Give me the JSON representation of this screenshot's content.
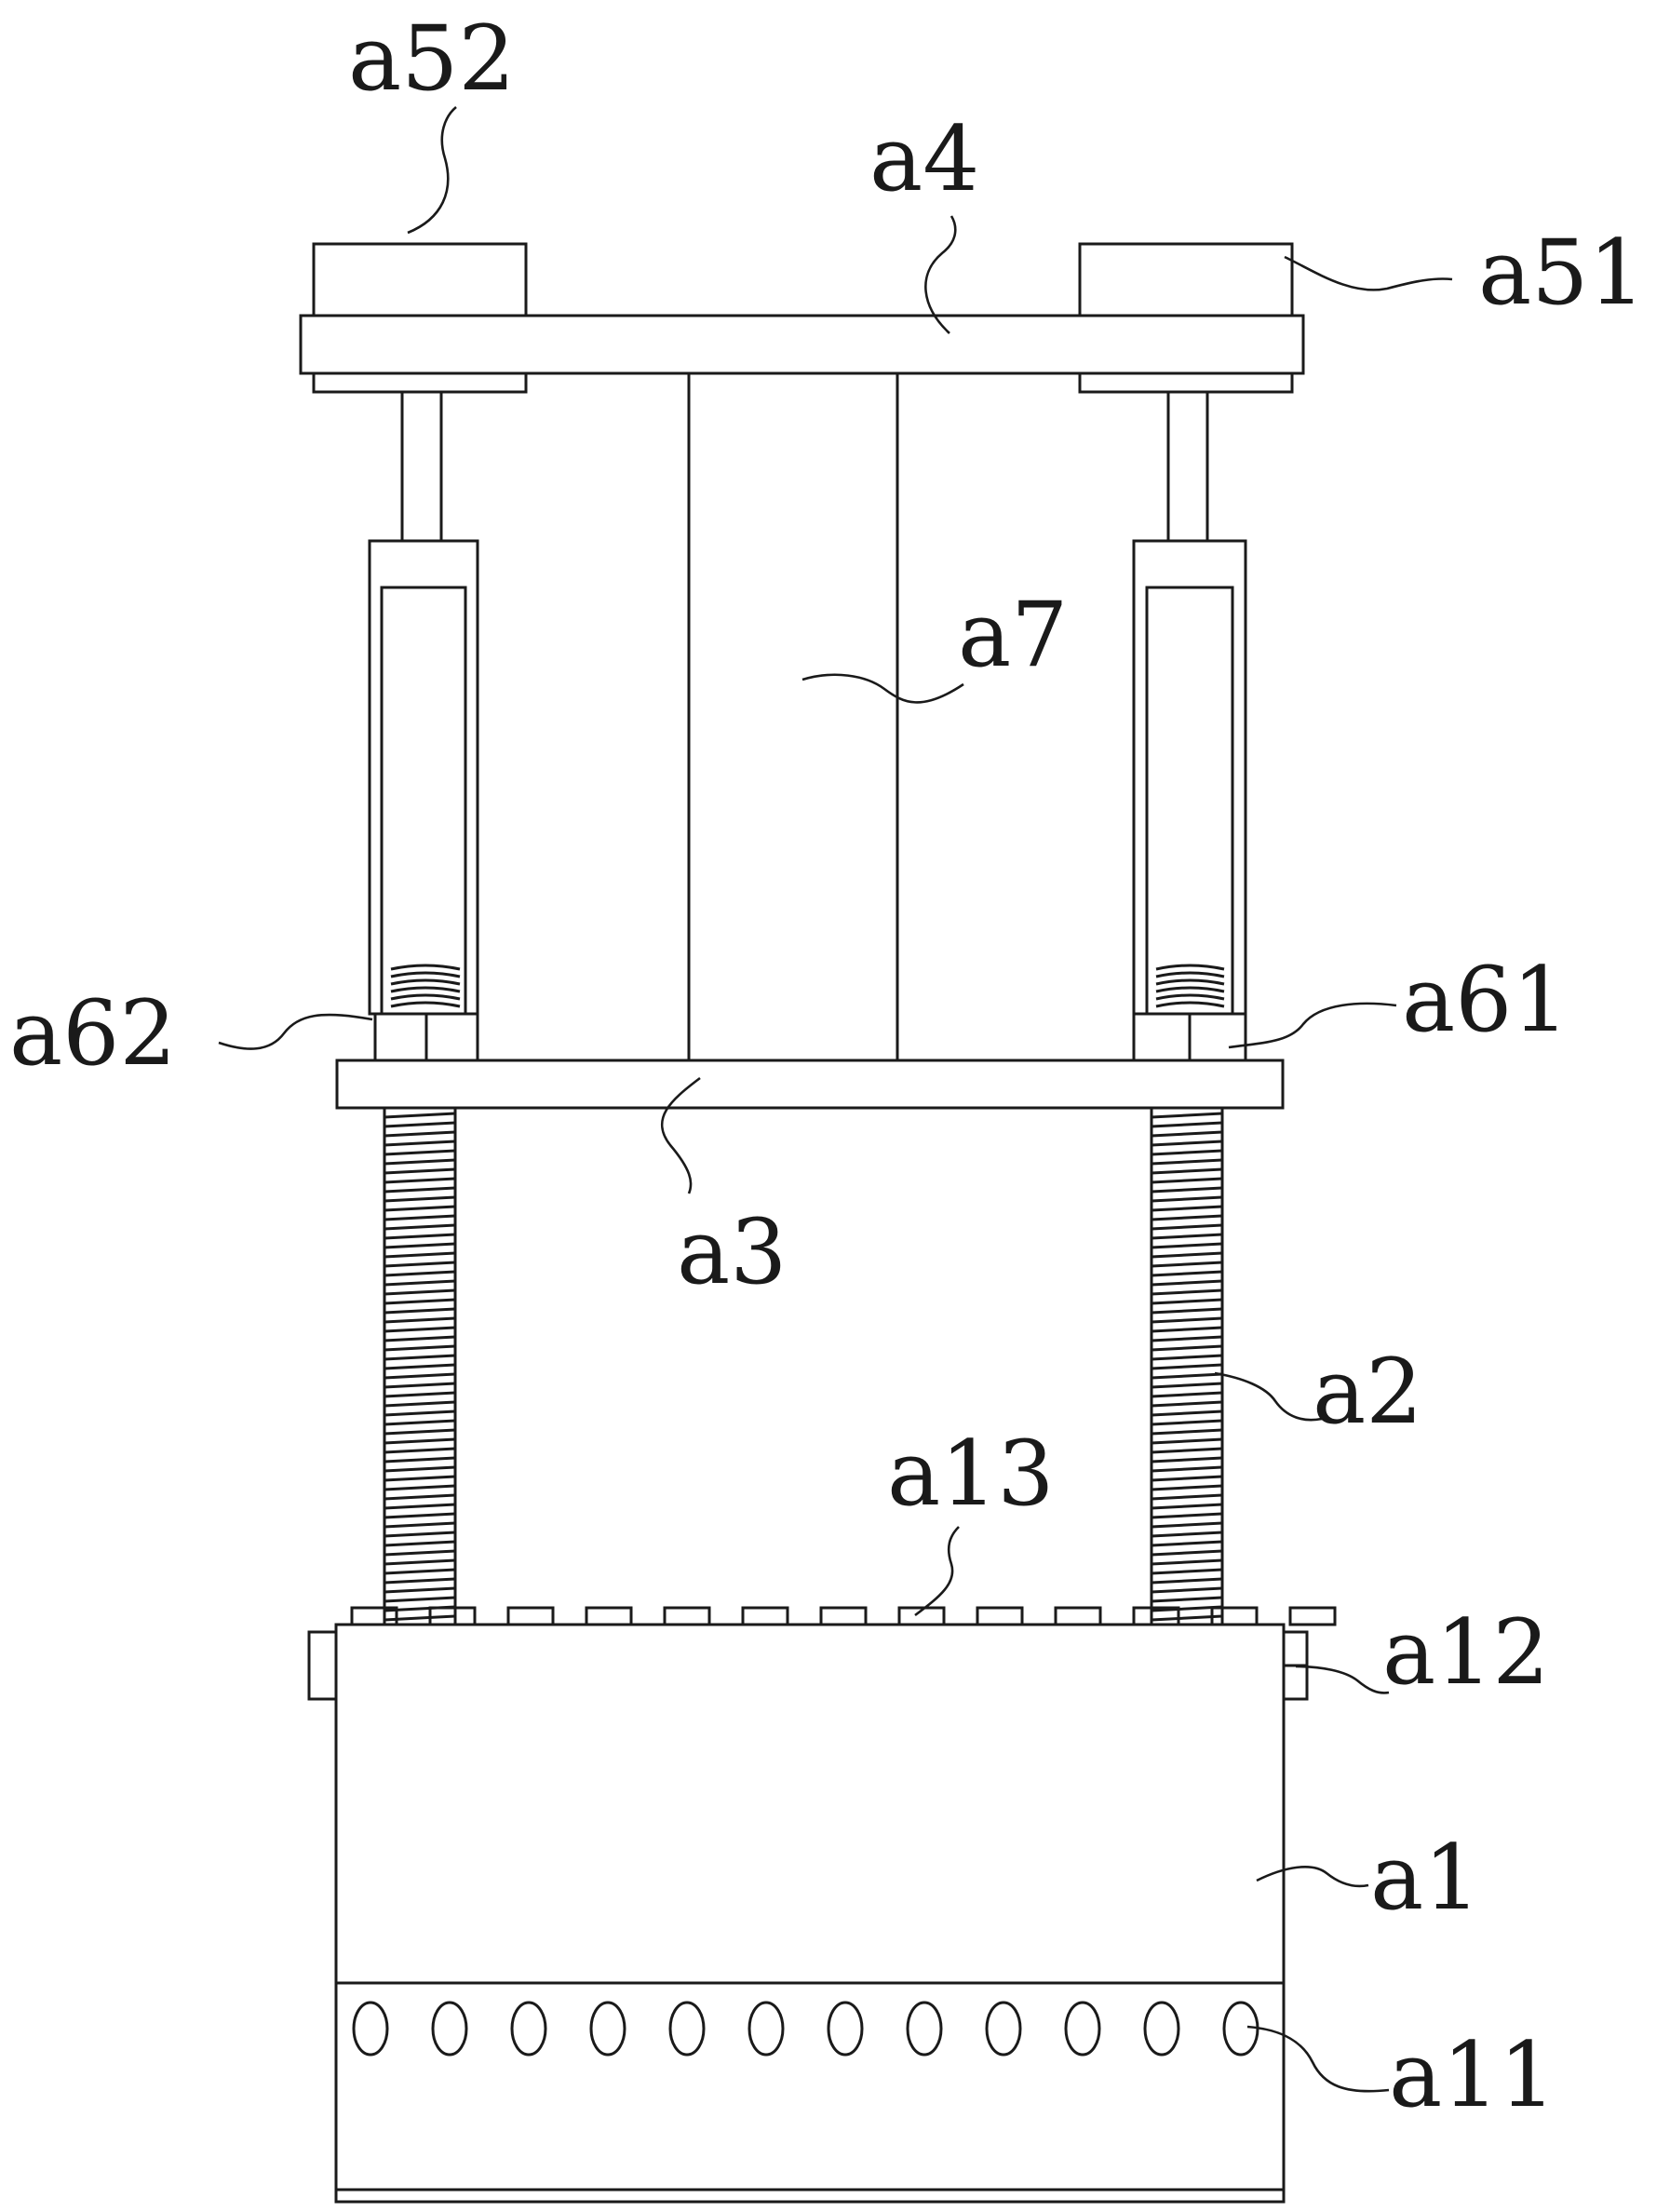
{
  "labels": {
    "a52": "a52",
    "a4": "a4",
    "a51": "a51",
    "a7": "a7",
    "a62": "a62",
    "a61": "a61",
    "a3": "a3",
    "a2": "a2",
    "a13": "a13",
    "a12": "a12",
    "a1": "a1",
    "a11": "a11"
  }
}
